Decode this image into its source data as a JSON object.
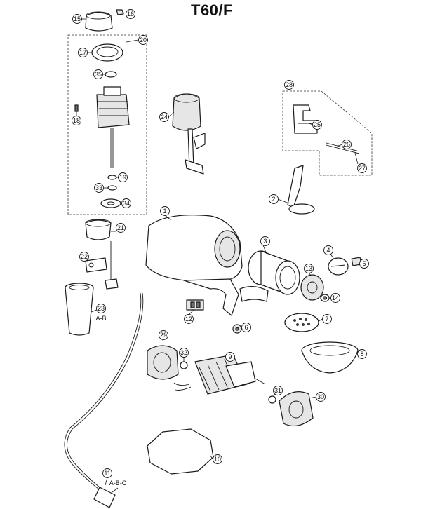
{
  "title": "T60/F",
  "callouts": {
    "p1": "1",
    "p2": "2",
    "p3": "3",
    "p4": "4",
    "p5": "5",
    "p6": "6",
    "p7": "7",
    "p8": "8",
    "p9": "9",
    "p10": "10",
    "p11": "11",
    "p12": "12",
    "p13": "13",
    "p14": "14",
    "p15": "15",
    "p16": "16",
    "p17": "17",
    "p18": "18",
    "p19": "19",
    "p20": "20",
    "p21": "21",
    "p22": "22",
    "p23": "23",
    "p24": "24",
    "p25": "25",
    "p26": "26",
    "p27": "27",
    "p28": "28",
    "p29": "29",
    "p30": "30",
    "p31": "31",
    "p32": "32",
    "p33": "33",
    "p34": "34",
    "p35": "35"
  },
  "variants": {
    "p23": "A-B",
    "p11": "A-B-C"
  }
}
